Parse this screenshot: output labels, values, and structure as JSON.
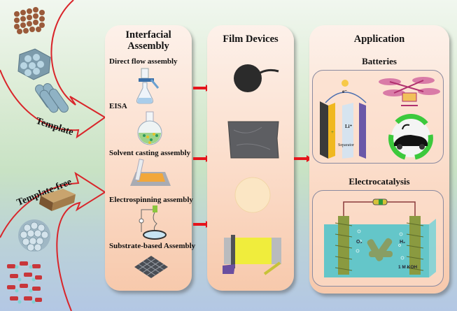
{
  "left": {
    "template_label": "Template",
    "template_free_label": "Template-free",
    "template_items": [
      "nanoparticle-cube-icon",
      "hexagonal-channel-icon",
      "rod-bundle-icon"
    ],
    "template_free_items": [
      "wood-block-icon",
      "sphere-cluster-icon",
      "mof-framework-icon"
    ]
  },
  "assembly": {
    "title_line1": "Interfacial",
    "title_line2": "Assembly",
    "steps": [
      {
        "label": "Direct flow assembly",
        "icon": "filtration-flask-icon"
      },
      {
        "label": "EISA",
        "icon": "round-flask-icon"
      },
      {
        "label": "Solvent casting assembly",
        "icon": "casting-plate-icon"
      },
      {
        "label": "Electrospinning assembly",
        "icon": "electrospinning-icon"
      },
      {
        "label": "Substrate-based Assembly",
        "icon": "mesh-substrate-icon"
      }
    ]
  },
  "film": {
    "title": "Film Devices",
    "items": [
      "black-disc-film-icon",
      "gray-sheet-film-icon",
      "cream-disc-film-icon",
      "yellow-roll-film-icon"
    ]
  },
  "application": {
    "title": "Application",
    "batteries": {
      "title": "Batteries",
      "electron_label": "e⁻",
      "ion_label": "Li⁺",
      "separator_label": "Separator",
      "plus_label": "+"
    },
    "electrocatalysis": {
      "title": "Electrocatalysis",
      "o2_label": "O₂",
      "h2_label": "H₂",
      "electrolyte_label": "1 M KOH"
    }
  },
  "colors": {
    "arrow": "#e5141b",
    "panel": "#fbdcc9",
    "curve": "#d9252a"
  }
}
